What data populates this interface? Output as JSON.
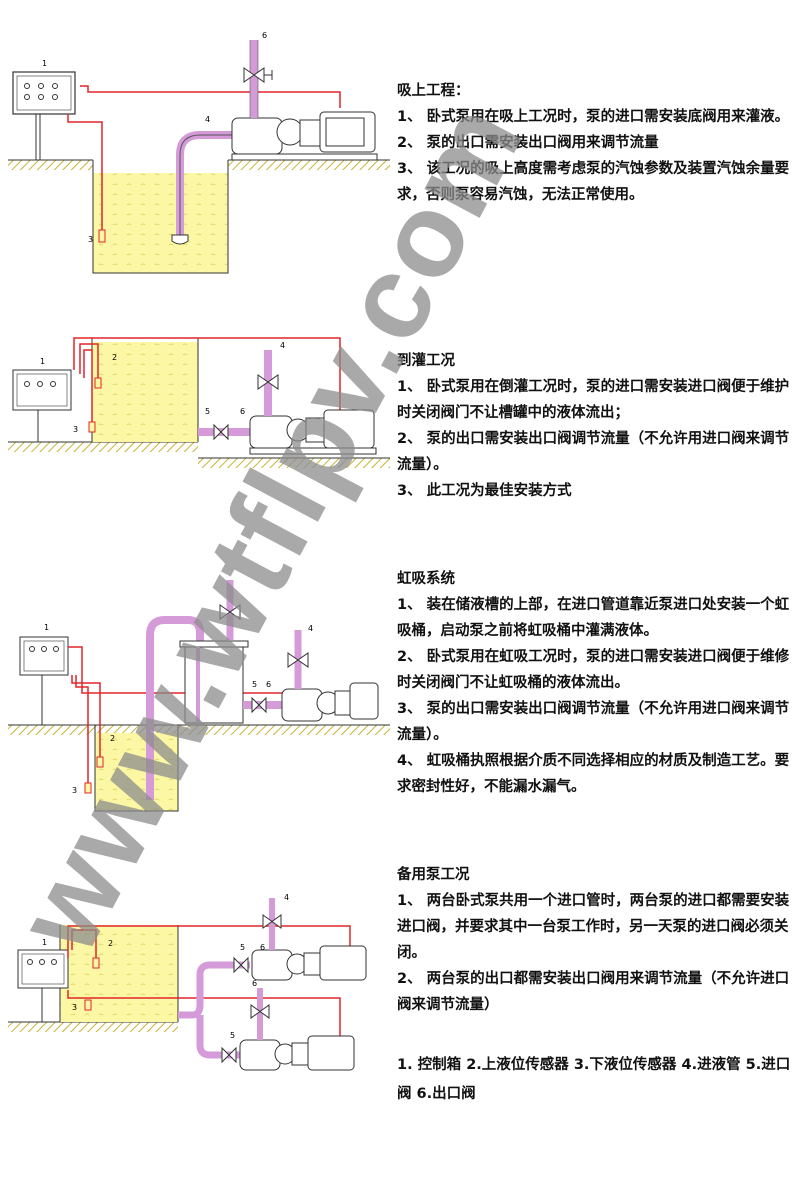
{
  "sections": [
    {
      "title": "吸上工程：",
      "items": [
        "1、 卧式泵用在吸上工况时，泵的进口需安装底阀用来灌液。",
        "2、 泵的出口需安装出口阀用来调节流量",
        "3、 该工况的吸上高度需考虑泵的汽蚀参数及装置汽蚀余量要求，否则泵容易汽蚀，无法正常使用。"
      ]
    },
    {
      "title": "到灌工况",
      "items": [
        "1、 卧式泵用在倒灌工况时，泵的进口需安装进口阀便于维护时关闭阀门不让槽罐中的液体流出；",
        "2、 泵的出口需安装出口阀调节流量（不允许用进口阀来调节流量）。",
        "3、 此工况为最佳安装方式"
      ]
    },
    {
      "title": "虹吸系统",
      "items": [
        "1、 装在储液槽的上部，在进口管道靠近泵进口处安装一个虹吸桶，启动泵之前将虹吸桶中灌满液体。",
        "2、 卧式泵用在虹吸工况时，泵的进口需安装进口阀便于维修时关闭阀门不让虹吸桶的液体流出。",
        "3、 泵的出口需安装出口阀调节流量（不允许用进口阀来调节流量）。",
        "4、 虹吸桶执照根据介质不同选择相应的材质及制造工艺。要求密封性好，不能漏水漏气。"
      ]
    },
    {
      "title": "备用泵工况",
      "items": [
        "1、 两台卧式泵共用一个进口管时，两台泵的进口都需要安装进口阀，并要求其中一台泵工作时，另一天泵的进口阀必须关闭。",
        "2、 两台泵的出口都需安装出口阀用来调节流量（不允许进口阀来调节流量）"
      ]
    }
  ],
  "legend": "1. 控制箱 2.上液位传感器 3.下液位传感器 4.进液管 5.进口阀 6.出口阀",
  "watermark": "www.wtflpv.com",
  "diagram_labels": {
    "d1": [
      "1",
      "3",
      "4",
      "6"
    ],
    "d2": [
      "1",
      "2",
      "3",
      "4",
      "5",
      "6"
    ],
    "d3": [
      "1",
      "2",
      "3",
      "4",
      "5",
      "6"
    ],
    "d4": [
      "1",
      "2",
      "3",
      "4",
      "5",
      "6",
      "5",
      "6"
    ]
  },
  "colors": {
    "wire": "#e0262b",
    "pipe": "#d59bd9",
    "liquid": "#fbf7a4",
    "hatch": "#c9b335",
    "watermark": "#8c8c8c"
  }
}
